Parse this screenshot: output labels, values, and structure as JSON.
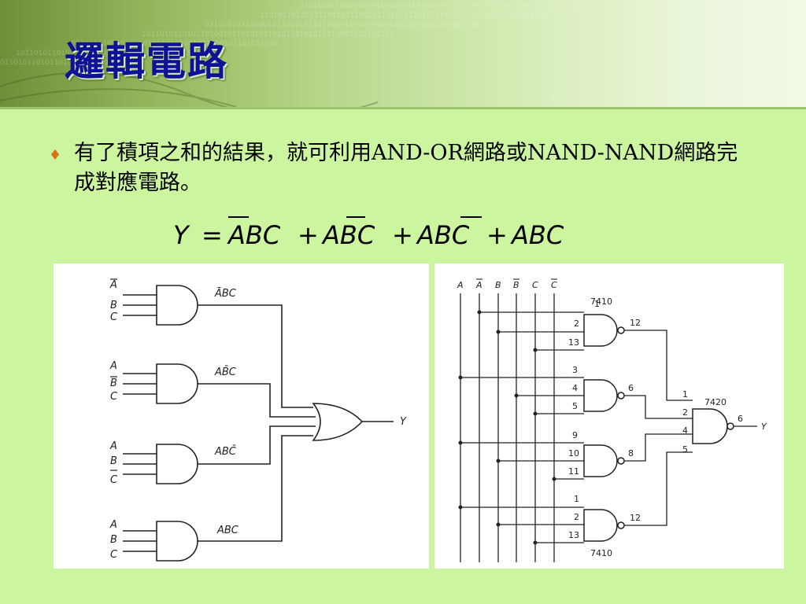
{
  "slide": {
    "title": "邏輯電路",
    "bullet": {
      "marker": "♦",
      "text": "有了積項之和的結果，就可利用AND-OR網路或NAND-NAND網路完成對應電路。"
    },
    "formula": {
      "lhs": "Y",
      "eq": "=",
      "plus": "+",
      "terms": [
        {
          "text": "ABC",
          "bar_on": "A"
        },
        {
          "text": "ABC",
          "bar_on": "B"
        },
        {
          "text": "ABC",
          "bar_on": "C"
        },
        {
          "text": "ABC",
          "bar_on": ""
        }
      ]
    },
    "and_or_diagram": {
      "gates": [
        {
          "inputs": [
            "A",
            "B",
            "C"
          ],
          "bars": [
            true,
            false,
            false
          ],
          "product": "ĀBC"
        },
        {
          "inputs": [
            "A",
            "B",
            "C"
          ],
          "bars": [
            false,
            true,
            false
          ],
          "product": "AB̄C"
        },
        {
          "inputs": [
            "A",
            "B",
            "C"
          ],
          "bars": [
            false,
            false,
            true
          ],
          "product": "ABC̄"
        },
        {
          "inputs": [
            "A",
            "B",
            "C"
          ],
          "bars": [
            false,
            false,
            false
          ],
          "product": "ABC"
        }
      ],
      "output": "Y"
    },
    "nand_diagram": {
      "bus": [
        {
          "label": "A",
          "bar": false
        },
        {
          "label": "A",
          "bar": true
        },
        {
          "label": "B",
          "bar": false
        },
        {
          "label": "B",
          "bar": true
        },
        {
          "label": "C",
          "bar": false
        },
        {
          "label": "C",
          "bar": true
        }
      ],
      "gates": [
        {
          "pins": [
            "1",
            "2",
            "13"
          ],
          "out": "12",
          "chip_top": "7410"
        },
        {
          "pins": [
            "3",
            "4",
            "5"
          ],
          "out": "6"
        },
        {
          "pins": [
            "9",
            "10",
            "11"
          ],
          "out": "8"
        },
        {
          "pins": [
            "1",
            "2",
            "13"
          ],
          "out": "12",
          "chip_bottom": "7410"
        }
      ],
      "final": {
        "pins": [
          "1",
          "2",
          "4",
          "5"
        ],
        "out": "6",
        "chip": "7420"
      },
      "output": "Y"
    },
    "colors": {
      "background": "#ccf5a0",
      "title": "#0d1296",
      "bullet": "#d9731a"
    }
  }
}
